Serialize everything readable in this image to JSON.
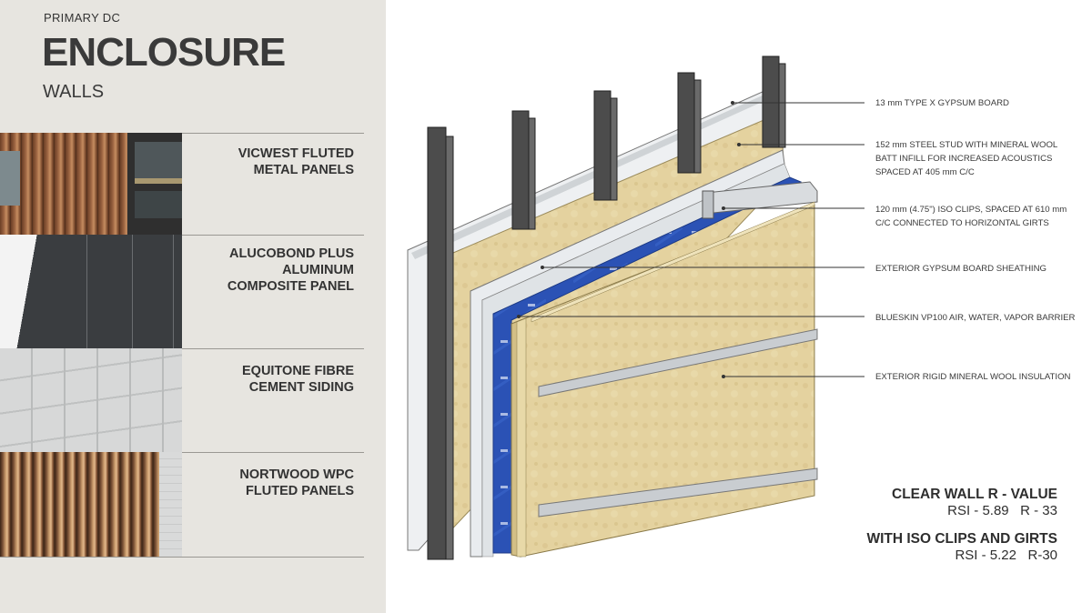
{
  "sidebar": {
    "project_label": "PRIMARY DC",
    "title": "ENCLOSURE",
    "subtitle": "WALLS",
    "materials": [
      {
        "lines": [
          "VICWEST FLUTED",
          "METAL PANELS"
        ],
        "swatch": "fluted-wood-metal"
      },
      {
        "lines": [
          "ALUCOBOND PLUS",
          "ALUMINUM",
          "COMPOSITE PANEL"
        ],
        "swatch": "dark-composite-panel"
      },
      {
        "lines": [
          "EQUITONE FIBRE",
          "CEMENT SIDING"
        ],
        "swatch": "grey-fibre-cement"
      },
      {
        "lines": [
          "NORTWOOD WPC",
          "FLUTED PANELS"
        ],
        "swatch": "wood-slats"
      }
    ]
  },
  "callouts": [
    {
      "lines": [
        "13 mm TYPE X GYPSUM BOARD"
      ]
    },
    {
      "lines": [
        "152 mm STEEL STUD WITH MINERAL WOOL",
        "BATT INFILL FOR INCREASED ACOUSTICS",
        "SPACED AT 405 mm C/C"
      ]
    },
    {
      "lines": [
        "120 mm (4.75\") ISO CLIPS, SPACED AT 610 mm",
        "C/C CONNECTED TO HORIZONTAL GIRTS"
      ]
    },
    {
      "lines": [
        "EXTERIOR GYPSUM BOARD SHEATHING"
      ]
    },
    {
      "lines": [
        "BLUESKIN VP100 AIR, WATER, VAPOR BARRIER"
      ]
    },
    {
      "lines": [
        "EXTERIOR RIGID MINERAL WOOL INSULATION"
      ]
    }
  ],
  "rvalues": {
    "clear_wall": {
      "title": "CLEAR WALL R - VALUE",
      "value": "RSI - 5.89   R - 33"
    },
    "with_clips": {
      "title": "WITH ISO CLIPS AND GIRTS",
      "value": "RSI - 5.22   R-30"
    }
  },
  "colors": {
    "sidebar_bg": "#e7e5e0",
    "insulation": "#e3d09a",
    "membrane": "#2f56b8",
    "gypsum": "#e8ebee",
    "steel": "#4a4a4a"
  }
}
